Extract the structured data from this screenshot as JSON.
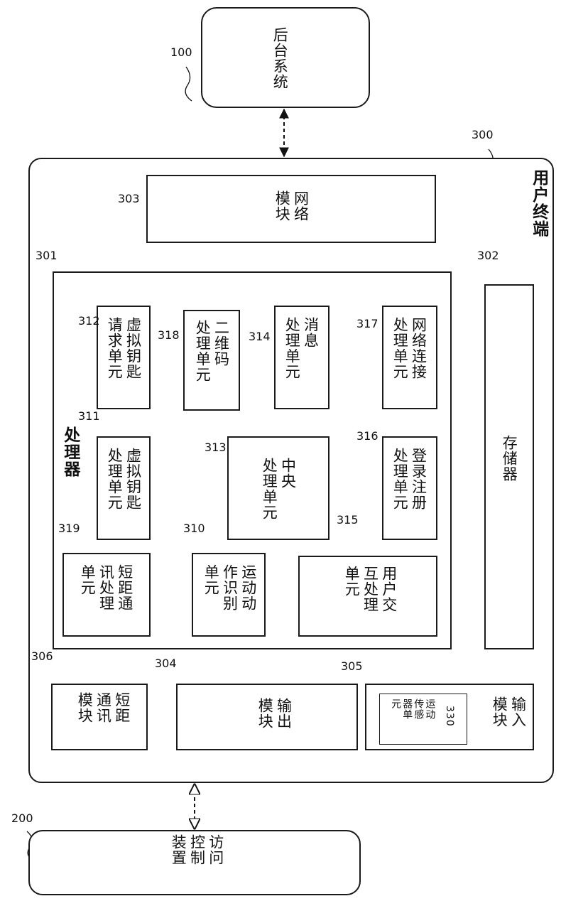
{
  "blocks": {
    "backend": {
      "ref": "100",
      "label": "后台系统"
    },
    "access_device": {
      "ref": "200",
      "label": "访问\n控制\n装置"
    },
    "user_terminal": {
      "ref": "300",
      "label": "用户终端"
    },
    "processor": {
      "ref": "301",
      "label": "处理器"
    },
    "storage": {
      "ref": "302",
      "label": "存储器"
    },
    "network_module": {
      "ref": "303",
      "label": "网络\n模块"
    },
    "output_module": {
      "ref": "304",
      "label": "输出\n模块"
    },
    "input_module": {
      "ref": "305",
      "label": "输入\n模块"
    },
    "short_range_module": {
      "ref": "306",
      "label": "短距\n通讯\n模块"
    },
    "motion_recog_unit": {
      "ref": "310",
      "label": "运动动\n作识别\n单元"
    },
    "vkey_proc_unit": {
      "ref": "311",
      "label": "虚拟钥匙\n处理单元"
    },
    "vkey_request_unit": {
      "ref": "312",
      "label": "虚拟钥匙\n请求单元"
    },
    "cpu_unit": {
      "ref": "313",
      "label": "中央\n处理单元"
    },
    "message_unit": {
      "ref": "314",
      "label": "消息\n处理单元"
    },
    "user_interaction_unit": {
      "ref": "315",
      "label": "用户交\n互处理\n单元"
    },
    "login_reg_unit": {
      "ref": "316",
      "label": "登录注册\n处理单元"
    },
    "net_conn_unit": {
      "ref": "317",
      "label": "网络连接\n处理单元"
    },
    "qr_unit": {
      "ref": "318",
      "label": "二维码\n处理单元"
    },
    "short_range_unit": {
      "ref": "319",
      "label": "短距通\n讯处理\n单元"
    },
    "motion_sensor_unit": {
      "ref": "330",
      "label": "运动\n传感\n器单\n元"
    }
  }
}
